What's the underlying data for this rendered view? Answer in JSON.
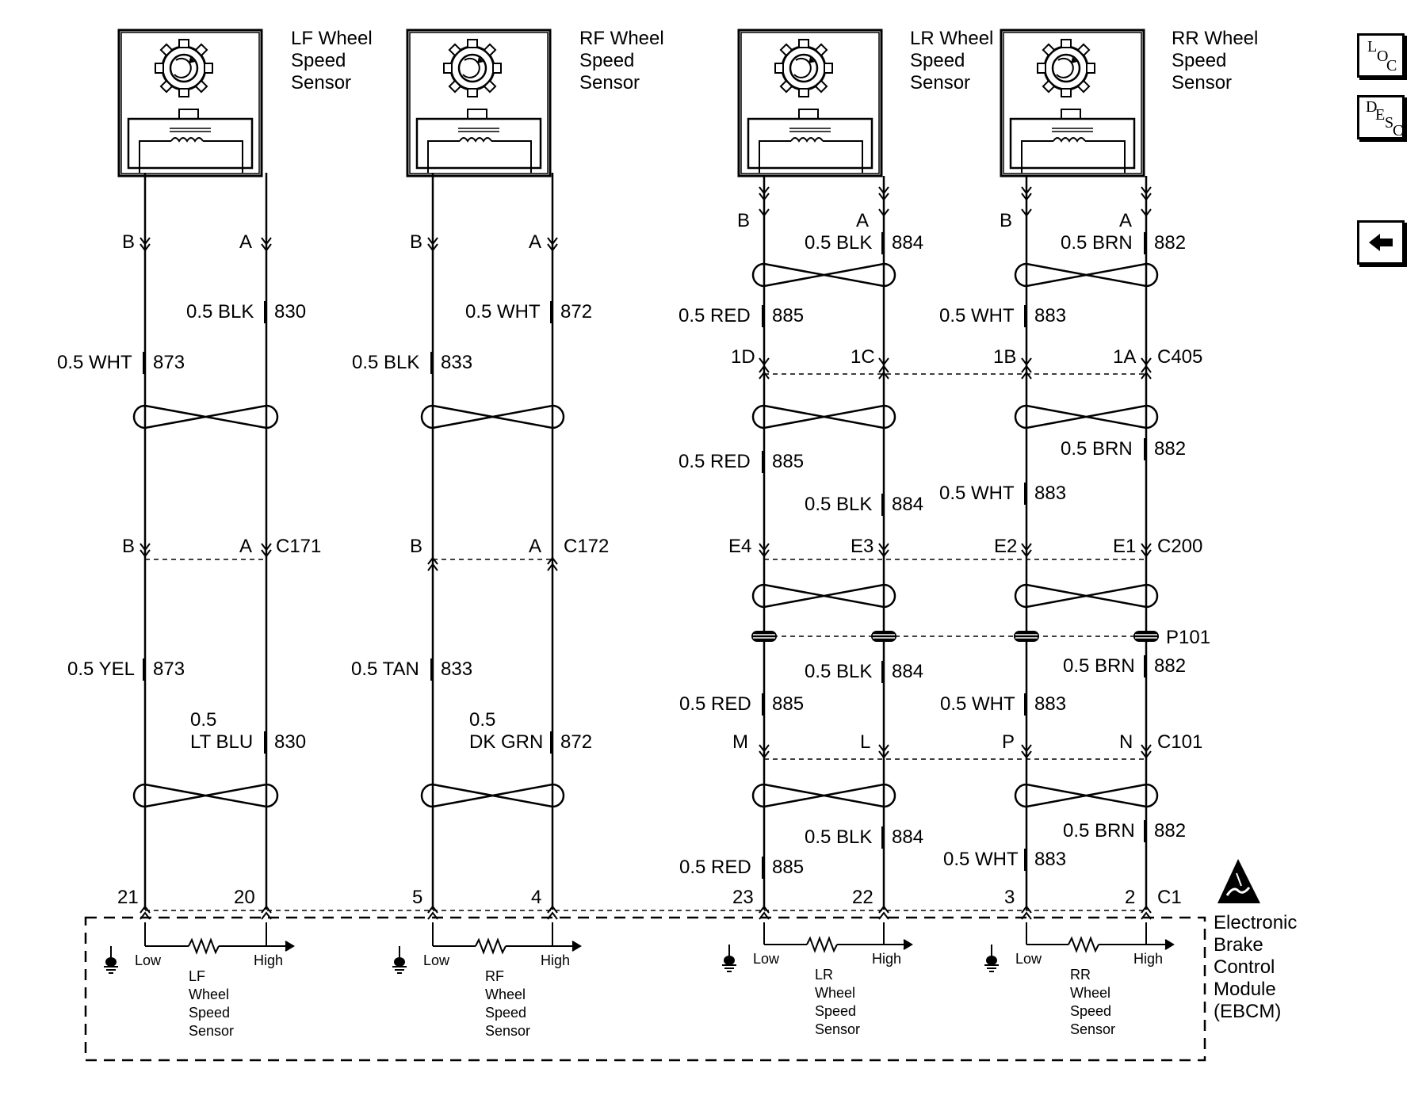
{
  "nav": {
    "loc": [
      "L",
      "O",
      "C"
    ],
    "desc": [
      "D",
      "E",
      "S",
      "C"
    ],
    "back": "back-arrow-icon"
  },
  "sensors": [
    {
      "title": [
        "LF Wheel",
        "Speed",
        "Sensor"
      ],
      "term_left": "B",
      "term_right": "A"
    },
    {
      "title": [
        "RF Wheel",
        "Speed",
        "Sensor"
      ],
      "term_left": "B",
      "term_right": "A"
    },
    {
      "title": [
        "LR Wheel",
        "Speed",
        "Sensor"
      ],
      "term_left": "B",
      "term_right": "A"
    },
    {
      "title": [
        "RR Wheel",
        "Speed",
        "Sensor"
      ],
      "term_left": "B",
      "term_right": "A"
    }
  ],
  "wires": {
    "lf_top_right": [
      "0.5 BLK",
      "830"
    ],
    "lf_top_left": [
      "0.5 WHT",
      "873"
    ],
    "rf_top_right": [
      "0.5 WHT",
      "872"
    ],
    "rf_top_left": [
      "0.5 BLK",
      "833"
    ],
    "lr_top_right": [
      "0.5 BLK",
      "884"
    ],
    "lr_top_left": [
      "0.5 RED",
      "885"
    ],
    "rr_top_right": [
      "0.5 BRN",
      "882"
    ],
    "rr_top_left": [
      "0.5 WHT",
      "883"
    ],
    "lr_mid_left": [
      "0.5 RED",
      "885"
    ],
    "lr_mid_right": [
      "0.5 BLK",
      "884"
    ],
    "rr_mid_right": [
      "0.5 BRN",
      "882"
    ],
    "rr_mid_left": [
      "0.5 WHT",
      "883"
    ],
    "lf_low_left": [
      "0.5 YEL",
      "873"
    ],
    "lf_low_right": [
      "0.5",
      "LT BLU",
      "830"
    ],
    "rf_low_left": [
      "0.5 TAN",
      "833"
    ],
    "rf_low_right": [
      "0.5",
      "DK GRN",
      "872"
    ],
    "lr_low_right": [
      "0.5 BLK",
      "884"
    ],
    "lr_low_left": [
      "0.5 RED",
      "885"
    ],
    "rr_low_right": [
      "0.5 BRN",
      "882"
    ],
    "rr_low_left": [
      "0.5 WHT",
      "883"
    ],
    "lr_bot_right": [
      "0.5 BLK",
      "884"
    ],
    "lr_bot_left": [
      "0.5 RED",
      "885"
    ],
    "rr_bot_right": [
      "0.5 BRN",
      "882"
    ],
    "rr_bot_left": [
      "0.5 WHT",
      "883"
    ]
  },
  "connectors": {
    "c405": {
      "name": "C405",
      "pins": [
        "1D",
        "1C",
        "1B",
        "1A"
      ]
    },
    "c171": {
      "name": "C171",
      "pins": [
        "B",
        "A"
      ]
    },
    "c172": {
      "name": "C172",
      "pins": [
        "B",
        "A"
      ]
    },
    "c200": {
      "name": "C200",
      "pins": [
        "E4",
        "E3",
        "E2",
        "E1"
      ]
    },
    "p101": {
      "name": "P101"
    },
    "c101": {
      "name": "C101",
      "pins": [
        "M",
        "L",
        "P",
        "N"
      ]
    },
    "c1": {
      "name": "C1",
      "pins": [
        "21",
        "20",
        "5",
        "4",
        "23",
        "22",
        "3",
        "2"
      ]
    }
  },
  "module": {
    "name": [
      "Electronic",
      "Brake",
      "Control",
      "Module",
      "(EBCM)"
    ],
    "low": "Low",
    "high": "High",
    "inputs": [
      [
        "LF",
        "Wheel",
        "Speed",
        "Sensor"
      ],
      [
        "RF",
        "Wheel",
        "Speed",
        "Sensor"
      ],
      [
        "LR",
        "Wheel",
        "Speed",
        "Sensor"
      ],
      [
        "RR",
        "Wheel",
        "Speed",
        "Sensor"
      ]
    ],
    "esd_icon": "esd-warning-icon"
  }
}
